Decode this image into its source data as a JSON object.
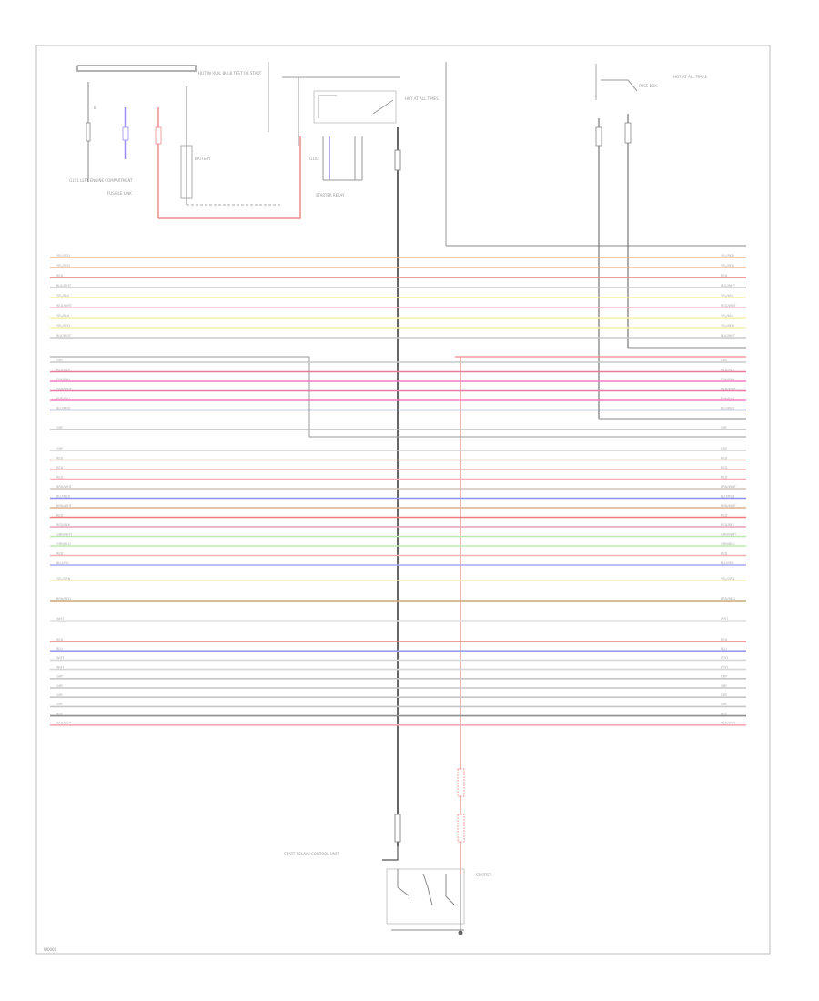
{
  "diagram": {
    "footer_code": "W0000",
    "components": {
      "top_left_note": "HOT IN RUN, BULB TEST OR START",
      "top_middle_note": "HOT AT ALL TIMES",
      "top_right_note": "HOT AT ALL TIMES",
      "starter_motor": "STARTER",
      "ignition_relay_label": "START RELAY / CONTROL UNIT",
      "battery_label": "BATTERY",
      "left_ground_label": "G101 LEFT ENGINE COMPARTMENT",
      "fusible_label": "FUSIBLE LINK",
      "middle_ground_label": "G102",
      "relay_box_label": "STARTER RELAY",
      "fuse_box_label": "FUSE BOX"
    },
    "wires": [
      {
        "label": "YEL/RED",
        "color": "#f7b987"
      },
      {
        "label": "YEL/RED",
        "color": "#f7b987"
      },
      {
        "label": "RED",
        "color": "#f07a7a"
      },
      {
        "label": "BLK/WHT",
        "color": "#c8c8c8"
      },
      {
        "label": "YEL/BLU",
        "color": "#f6f0a8"
      },
      {
        "label": "RED/WHT",
        "color": "#f4b8c8"
      },
      {
        "label": "YEL/BLU",
        "color": "#f6f0a8"
      },
      {
        "label": "YEL/RED",
        "color": "#f6f0a8"
      },
      {
        "label": "BLK/WHT",
        "color": "#c8c8c8"
      },
      {
        "label": "GRY",
        "color": "#c8c8c8"
      },
      {
        "label": "RED/BLK",
        "color": "#e57d9a"
      },
      {
        "label": "PNK/BLU",
        "color": "#f47cc6"
      },
      {
        "label": "RED/WHT",
        "color": "#e77aa6"
      },
      {
        "label": "PNK/BLU",
        "color": "#f47cc6"
      },
      {
        "label": "BLU/RED",
        "color": "#9a9af0"
      },
      {
        "label": "GRY",
        "color": "#bdbdbd"
      },
      {
        "label": "GRY",
        "color": "#cfcfcf"
      },
      {
        "label": "RED",
        "color": "#f4b0b0"
      },
      {
        "label": "RED",
        "color": "#f4b0b0"
      },
      {
        "label": "RED",
        "color": "#f4b0b0"
      },
      {
        "label": "BRN/WHT",
        "color": "#d6c4b8"
      },
      {
        "label": "BLU/RED",
        "color": "#8f8ff2"
      },
      {
        "label": "BRN/WHT",
        "color": "#d9b28f"
      },
      {
        "label": "RED",
        "color": "#f27a7a"
      },
      {
        "label": "RED/BLK",
        "color": "#e7a0b8"
      },
      {
        "label": "GRN/WHT",
        "color": "#bde8b0"
      },
      {
        "label": "GRN/BLU",
        "color": "#bde8b0"
      },
      {
        "label": "RED",
        "color": "#f6b2b2"
      },
      {
        "label": "BLU/YEL",
        "color": "#a8a8f2"
      },
      {
        "label": "YEL/GRN",
        "color": "#f0f0a0"
      },
      {
        "label": "BRN/RED",
        "color": "#c8a878"
      },
      {
        "label": "WHT",
        "color": "#dddddd"
      },
      {
        "label": "RED",
        "color": "#f47b7b"
      },
      {
        "label": "BLU",
        "color": "#9a9af0"
      },
      {
        "label": "WHT",
        "color": "#d6d6d6"
      },
      {
        "label": "WHT",
        "color": "#d6d6d6"
      },
      {
        "label": "GRY",
        "color": "#c6c6c6"
      },
      {
        "label": "GRY",
        "color": "#c6c6c6"
      },
      {
        "label": "GRY",
        "color": "#c6c6c6"
      },
      {
        "label": "GRY",
        "color": "#c6c6c6"
      },
      {
        "label": "BLK",
        "color": "#8d8d8d"
      },
      {
        "label": "RED/WHT",
        "color": "#f4a8b8"
      }
    ]
  }
}
